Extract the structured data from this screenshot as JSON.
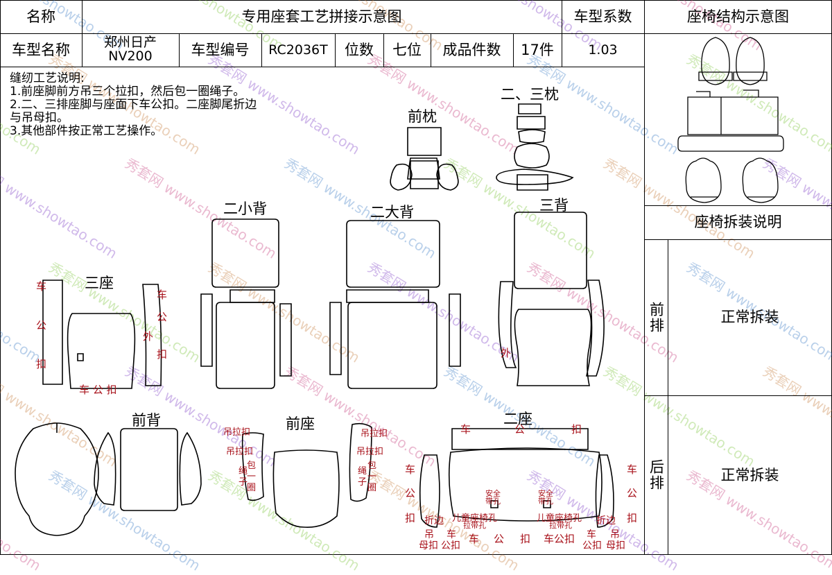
{
  "header": {
    "name_label": "名称",
    "title": "专用座套工艺拼接示意图",
    "coef_label": "车型系数",
    "structure_title": "座椅结构示意图",
    "model_label": "车型名称",
    "model_value_line1": "郑州日产",
    "model_value_line2": "NV200",
    "code_label": "车型编号",
    "code_value": "RC2036T",
    "seats_label": "位数",
    "seats_value": "七位",
    "pieces_label": "成品件数",
    "pieces_value": "17件",
    "coef_value": "1.03"
  },
  "notes": {
    "title": "缝纫工艺说明:",
    "line1": "1.前座脚前方吊三个拉扣，然后包一圈绳子。",
    "line2": "2.二、三排座脚与座面下车公扣。二座脚尾折边",
    "line3": "与吊母扣。",
    "line4": "3.其他部件按正常工艺操作。"
  },
  "sections": {
    "front_pillow": "前枕",
    "pillow_23": "二、三枕",
    "back2_small": "二小背",
    "back2_large": "二大背",
    "back3": "三背",
    "seat3": "三座",
    "front_back": "前背",
    "front_seat": "前座",
    "seat2": "二座"
  },
  "red_labels": {
    "che": "车",
    "gong": "公",
    "kou": "扣",
    "wai": "外",
    "che_gong_kou": "车 公 扣",
    "diao_la_kou": "吊拉扣",
    "sheng": "绳",
    "zi": "子",
    "bao": "包",
    "yi": "一",
    "quan": "圈",
    "zhe_bian": "折边",
    "diao": "吊",
    "mu_kou": "母扣",
    "gong_kou": "公扣",
    "che_gong_kou2": "车公扣",
    "child_seat_hole": "儿童座椅孔",
    "strap_hole": "拉带孔",
    "safety": "安全",
    "belt_hole": "带孔"
  },
  "right_panel": {
    "disassembly_title": "座椅拆装说明",
    "front_row": "前排",
    "front_row_text": "正常拆装",
    "rear_row": "后排",
    "rear_row_text": "正常拆装"
  },
  "watermark": {
    "cn": "秀套网",
    "url": "www.showtao.com"
  },
  "colors": {
    "line": "#000000",
    "red_label": "#a8111a"
  }
}
